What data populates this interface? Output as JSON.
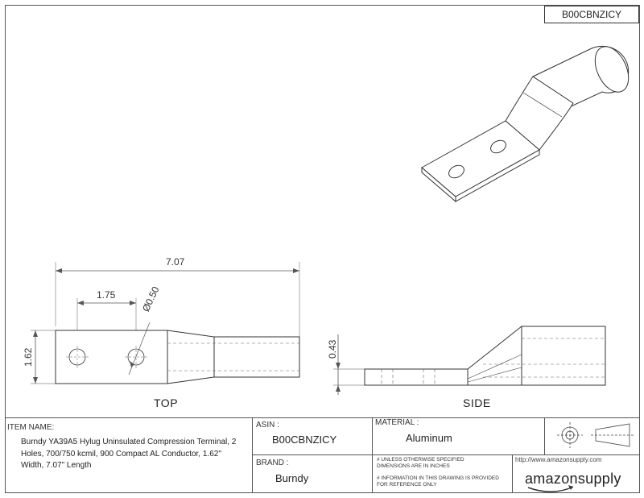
{
  "part_number": "B00CBNZICY",
  "views": {
    "top_label": "TOP",
    "side_label": "SIDE"
  },
  "dimensions": {
    "length": "7.07",
    "hole_spacing": "1.75",
    "hole_diameter": "Ø0.50",
    "width": "1.62",
    "thickness": "0.43"
  },
  "title_block": {
    "item_name_header": "ITEM NAME:",
    "item_name": "Burndy YA39A5 Hylug Uninsulated Compression Terminal, 2 Holes, 700/750 kcmil, 900 Compact AL Conductor, 1.62\" Width, 7.07\" Length",
    "asin_header": "ASIN :",
    "asin": "B00CBNZICY",
    "material_header": "MATERIAL :",
    "material": "Aluminum",
    "brand_header": "BRAND :",
    "brand": "Burndy",
    "note1": "# UNLESS OTHERWISE SPECIFIED DIMENSIONS ARE IN INCHES",
    "note2": "# INFORMATION IN THIS DRAWING IS PROVIDED FOR REFERENCE ONLY",
    "url": "http://www.amazonsupply.com",
    "logo_text": "amazonsupply"
  }
}
